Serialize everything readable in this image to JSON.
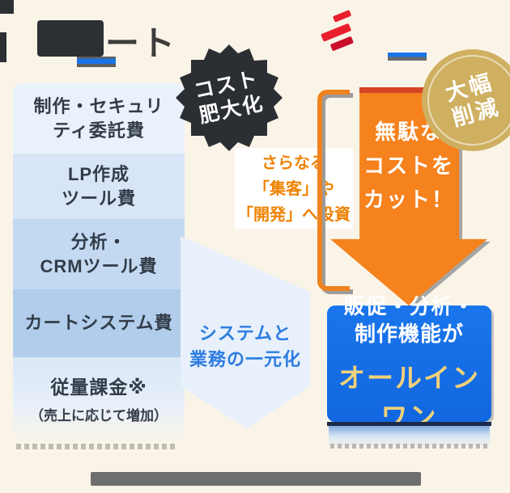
{
  "page": {
    "background": "#faf4e8",
    "accent_orange": "#f0831f",
    "accent_blue": "#1570ea",
    "accent_gold": "#cfb061"
  },
  "left": {
    "title_suffix": "ート",
    "cost_boxes": [
      {
        "lines": [
          "制作・セキュリ",
          "ティ委託費"
        ]
      },
      {
        "lines": [
          "LP作成",
          "ツール費"
        ]
      },
      {
        "lines": [
          "分析・",
          "CRMツール費"
        ]
      },
      {
        "lines": [
          "カートシステム費"
        ]
      },
      {
        "lines": [
          "従量課金※"
        ],
        "sub": "（売上に応じて増加）"
      }
    ]
  },
  "badges": {
    "cost_bloat": {
      "line1": "コスト",
      "line2": "肥大化",
      "bg": "#2b2e33",
      "text_color": "#ffffff"
    },
    "big_reduction": {
      "line1": "大幅",
      "line2": "削減",
      "bg": "#cfb061",
      "text_color": "#ffffff"
    }
  },
  "center": {
    "invest_note": {
      "line1": "さらなる",
      "line2": "「集客」や",
      "line3": "「開発」へ投資",
      "color": "#ef8200"
    },
    "unify": {
      "line1": "システムと",
      "line2": "業務の一元化",
      "color": "#2d7ce1"
    }
  },
  "right": {
    "cut_arrow": {
      "line1": "無駄な",
      "line2": "コストを",
      "line3": "カット！",
      "bg": "#f5821d"
    },
    "allinone": {
      "line1": "販促・分析・",
      "line2": "制作機能が",
      "gold_line": "オールインワン",
      "bg": "#1570ea",
      "gold": "#f2d17b"
    }
  }
}
